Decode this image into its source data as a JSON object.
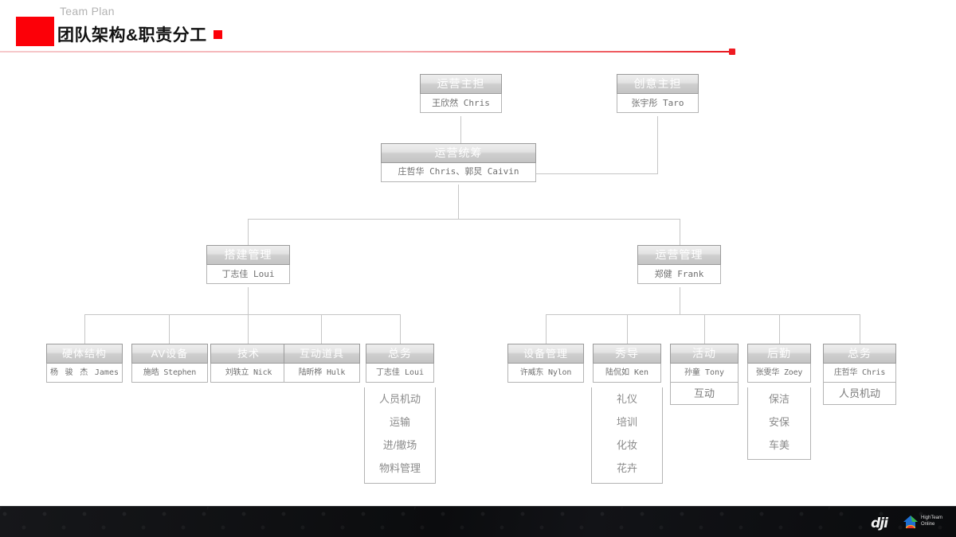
{
  "header": {
    "eyebrow": "Team Plan",
    "title": "团队架构&职责分工",
    "accent": "#fc0008"
  },
  "footer": {
    "brand_primary": "dji",
    "brand_secondary_line1": "HighTeam",
    "brand_secondary_line2": "Online"
  },
  "chart_data": {
    "type": "diagram",
    "title": "团队架构&职责分工",
    "nodes": [
      {
        "id": "ops_lead",
        "title": "运营主担",
        "person": "王欣然 Chris"
      },
      {
        "id": "creative_lead",
        "title": "创意主担",
        "person": "张宇彤 Taro"
      },
      {
        "id": "ops_coord",
        "title": "运营统筹",
        "person": "庄哲华 Chris、郭炅 Caivin"
      },
      {
        "id": "build_mgmt",
        "title": "搭建管理",
        "person": "丁志佳 Loui"
      },
      {
        "id": "ops_mgmt",
        "title": "运营管理",
        "person": "郑健 Frank"
      },
      {
        "id": "hardware",
        "title": "硬体结构",
        "person": "杨骏杰James"
      },
      {
        "id": "av",
        "title": "AV设备",
        "person": "施皓 Stephen"
      },
      {
        "id": "tech",
        "title": "技术",
        "person": "刘轶立 Nick"
      },
      {
        "id": "props",
        "title": "互动道具",
        "person": "陆昕桦 Hulk"
      },
      {
        "id": "gen_affairs_l",
        "title": "总务",
        "person": "丁志佳 Loui",
        "subitems": [
          "人员机动",
          "运输",
          "进/撤场",
          "物料管理"
        ]
      },
      {
        "id": "equip_mgmt",
        "title": "设备管理",
        "person": "许威东 Nylon"
      },
      {
        "id": "show_dir",
        "title": "秀导",
        "person": "陆侃如 Ken",
        "subitems": [
          "礼仪",
          "培训",
          "化妆",
          "花卉"
        ]
      },
      {
        "id": "activity",
        "title": "活动",
        "person": "孙童 Tony",
        "subitems": [
          "互动"
        ]
      },
      {
        "id": "logistics",
        "title": "后勤",
        "person": "张雯华 Zoey",
        "subitems": [
          "保洁",
          "安保",
          "车美"
        ]
      },
      {
        "id": "gen_affairs_r",
        "title": "总务",
        "person": "庄哲华 Chris",
        "subitems": [
          "人员机动"
        ]
      }
    ],
    "edges": [
      [
        "ops_lead",
        "ops_coord"
      ],
      [
        "creative_lead",
        "ops_coord"
      ],
      [
        "ops_coord",
        "build_mgmt"
      ],
      [
        "ops_coord",
        "ops_mgmt"
      ],
      [
        "build_mgmt",
        "hardware"
      ],
      [
        "build_mgmt",
        "av"
      ],
      [
        "build_mgmt",
        "tech"
      ],
      [
        "build_mgmt",
        "props"
      ],
      [
        "build_mgmt",
        "gen_affairs_l"
      ],
      [
        "ops_mgmt",
        "equip_mgmt"
      ],
      [
        "ops_mgmt",
        "show_dir"
      ],
      [
        "ops_mgmt",
        "activity"
      ],
      [
        "ops_mgmt",
        "logistics"
      ],
      [
        "ops_mgmt",
        "gen_affairs_r"
      ]
    ]
  }
}
